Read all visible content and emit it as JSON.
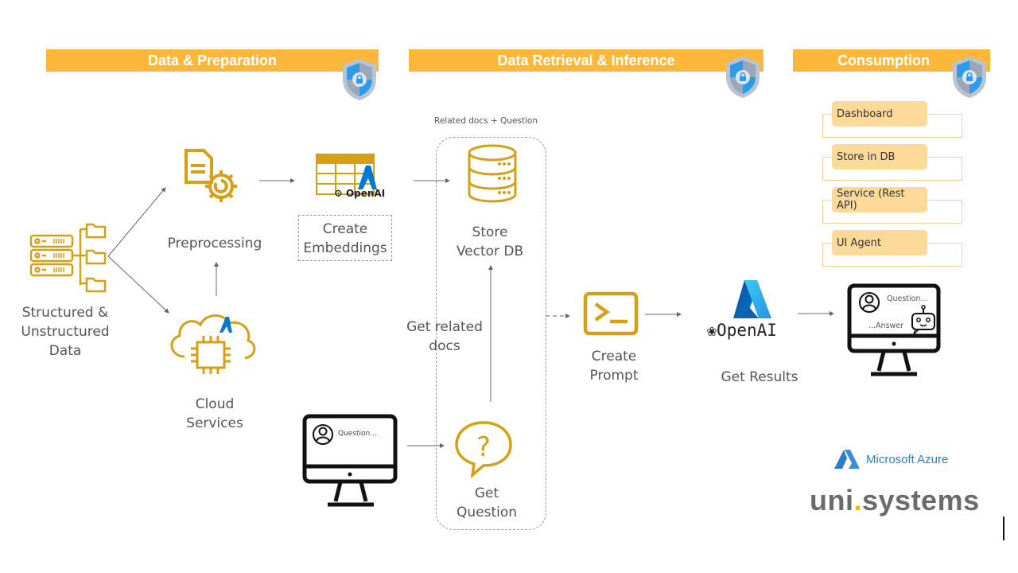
{
  "sections": [
    {
      "title": "Data & Preparation",
      "icon": "security-shield-icon"
    },
    {
      "title": "Data Retrieval & Inference",
      "icon": "security-shield-icon"
    },
    {
      "title": "Consumption",
      "icon": "security-shield-icon"
    }
  ],
  "nodes": {
    "source": {
      "label_line1": "Structured &",
      "label_line2": "Unstructured",
      "label_line3": "Data"
    },
    "preprocessing": {
      "label": "Preprocessing"
    },
    "cloud": {
      "label_line1": "Cloud",
      "label_line2": "Services"
    },
    "embeddings": {
      "label_line1": "Create",
      "label_line2": "Embeddings",
      "brand": "OpenAI"
    },
    "vector_db": {
      "label_line1": "Store",
      "label_line2": "Vector DB"
    },
    "retrieval_group": {
      "caption": "Related docs + Question"
    },
    "get_related": {
      "label_line1": "Get related",
      "label_line2": "docs"
    },
    "question_screen": {
      "text": "Question..."
    },
    "get_question": {
      "label_line1": "Get",
      "label_line2": "Question"
    },
    "prompt": {
      "label_line1": "Create",
      "label_line2": "Prompt"
    },
    "openai": {
      "brand": "OpenAI",
      "label": "Get Results"
    },
    "result_screen": {
      "question": "Question...",
      "answer": "...Answer"
    }
  },
  "consumption": {
    "items": [
      {
        "label": "Dashboard"
      },
      {
        "label": "Store in DB"
      },
      {
        "label": "Service (Rest API)"
      },
      {
        "label": "UI Agent"
      }
    ]
  },
  "logos": {
    "azure": "Microsoft Azure",
    "company_part1": "uni",
    "company_part2": "systems"
  },
  "colors": {
    "banner": "#FDB83C",
    "icon_gold": "#D4A017",
    "item_fill": "#FDD99A",
    "azure_blue": "#0078D4"
  }
}
